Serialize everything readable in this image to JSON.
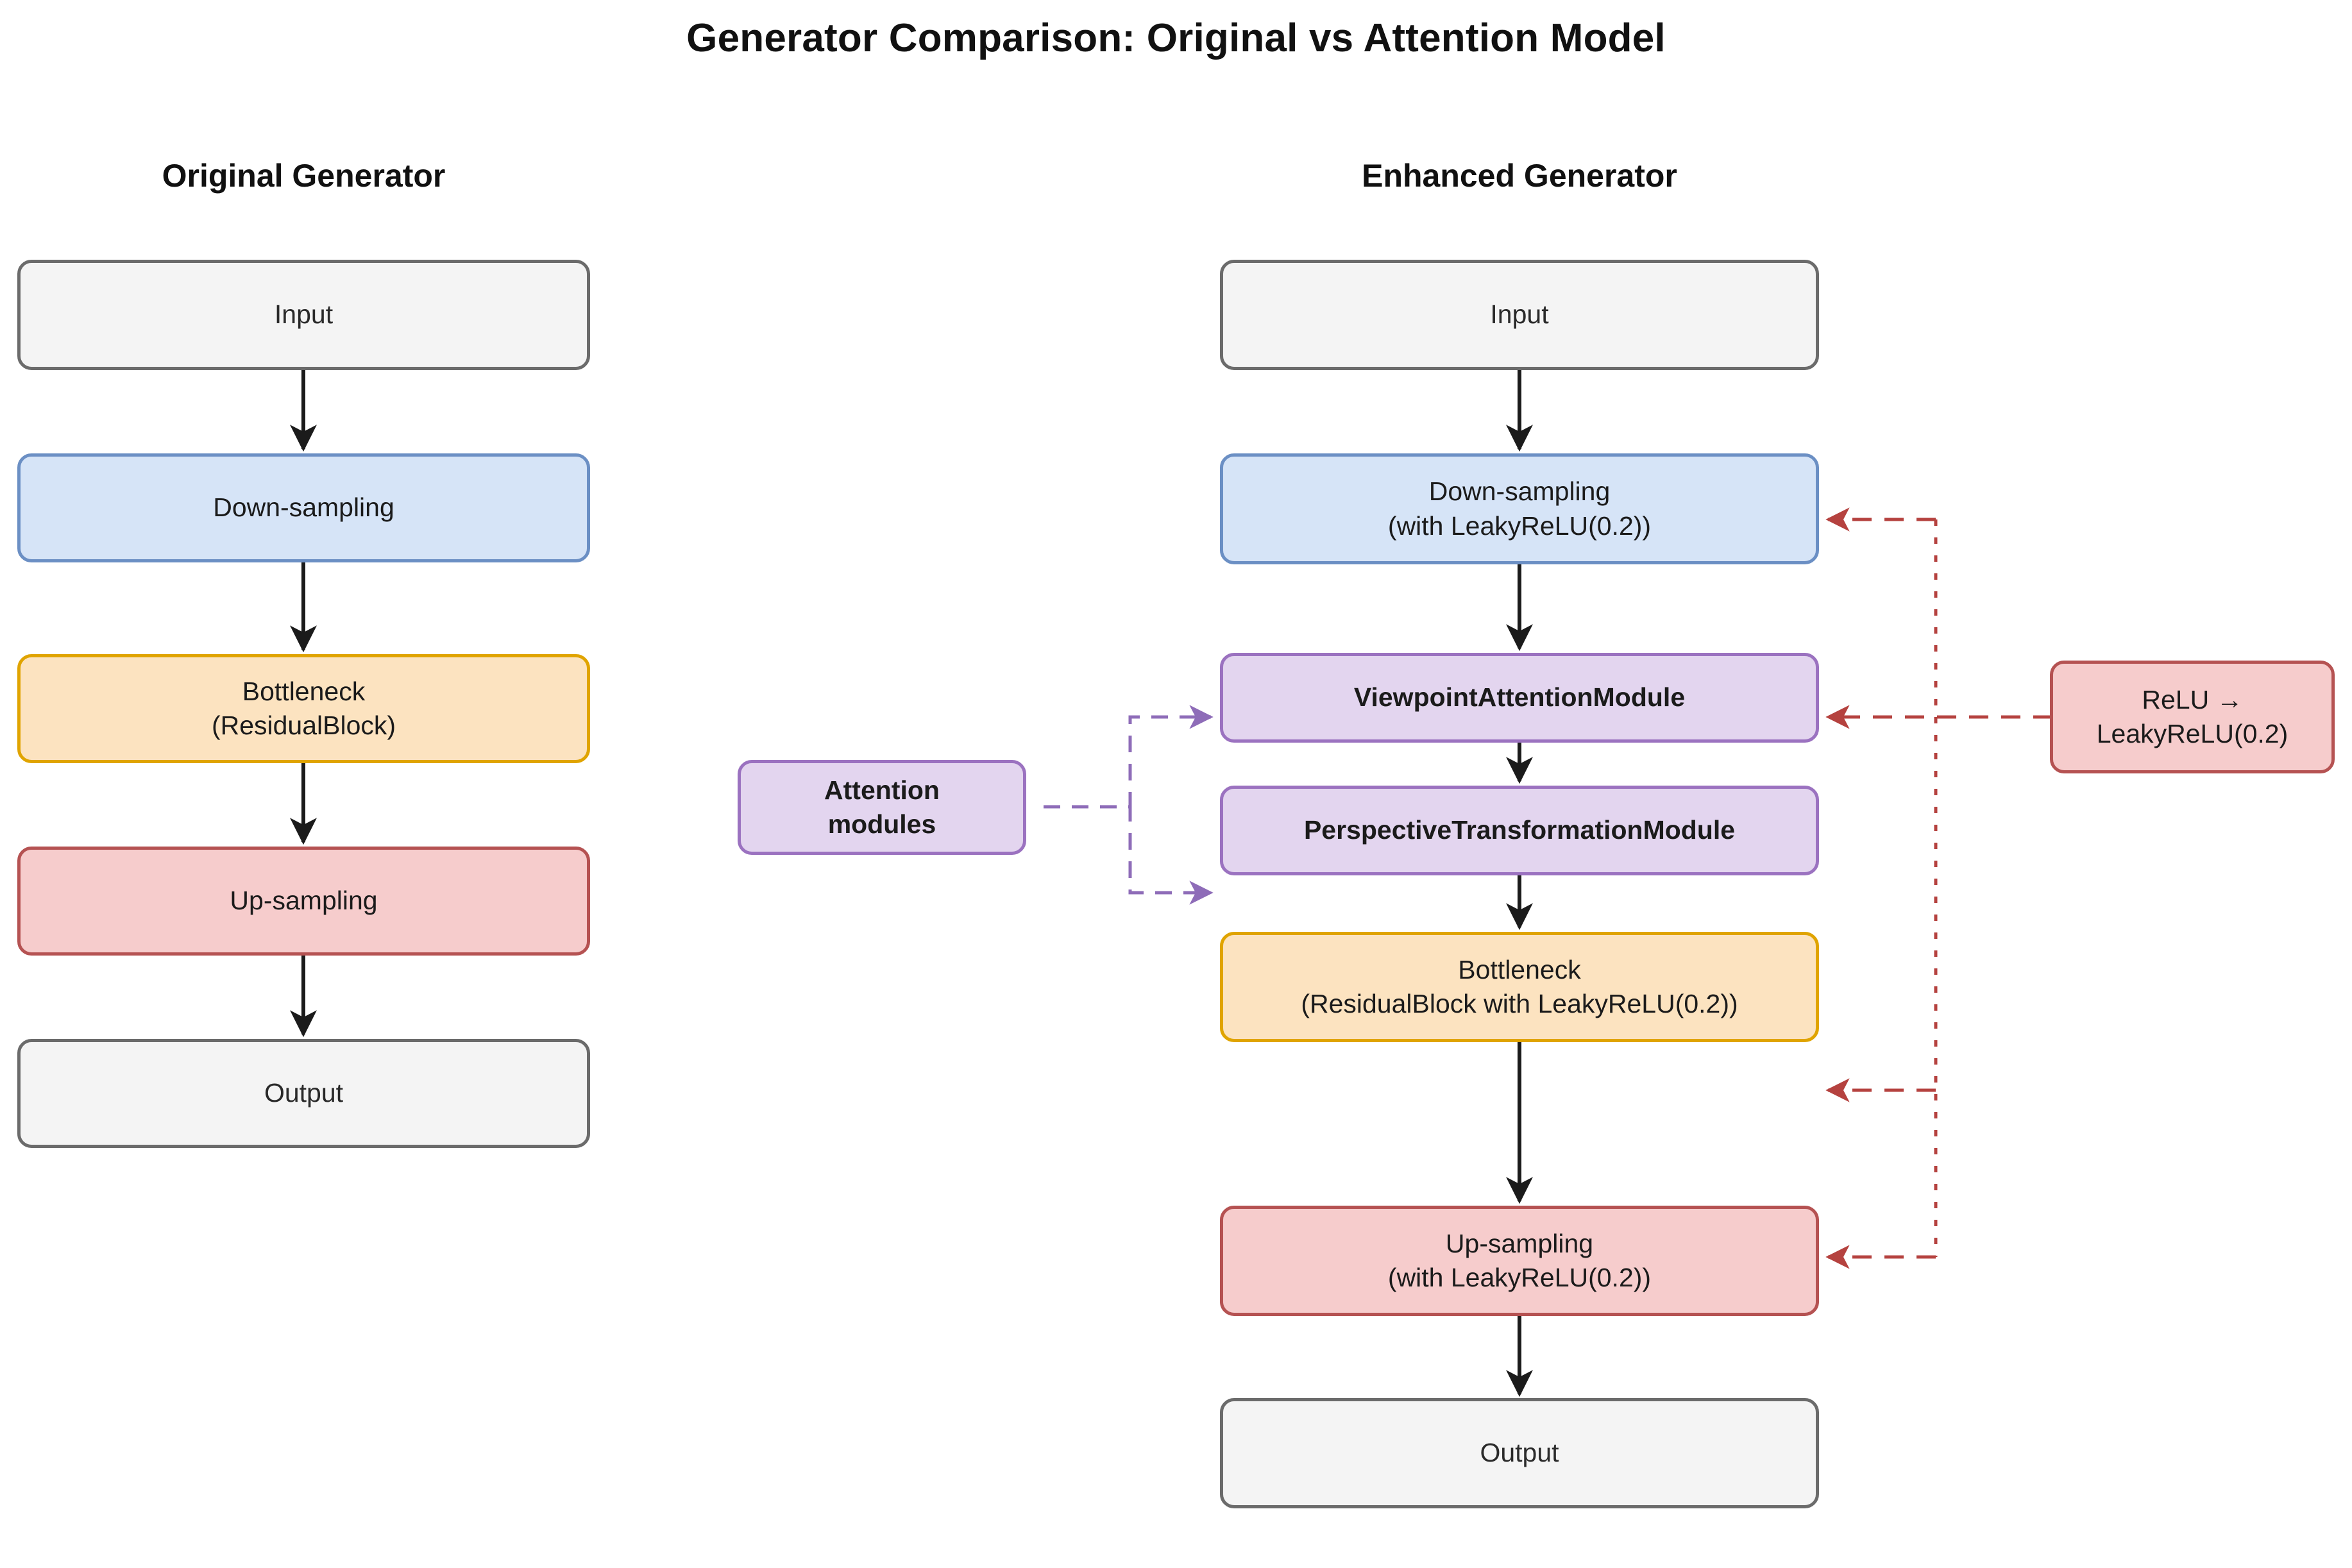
{
  "diagram": {
    "title": "Generator Comparison: Original vs Attention Model",
    "columns": {
      "left_title": "Original Generator",
      "right_title": "Enhanced Generator"
    },
    "colors": {
      "plain_fill": "#f4f4f4",
      "plain_stroke": "#6b6b6b",
      "blue_fill": "#d6e4f7",
      "blue_stroke": "#6b8fc4",
      "orange_fill": "#fce3c0",
      "orange_stroke": "#e0a400",
      "red_fill": "#f6cccc",
      "red_stroke": "#b55252",
      "purple_fill": "#e3d5ef",
      "purple_stroke": "#9b72c0",
      "arrow_black": "#1b1b1b",
      "arrow_red_dashed": "#b5423f",
      "arrow_purple_dashed": "#8e6cb8"
    },
    "original": {
      "nodes": [
        {
          "id": "o-input",
          "line1": "Input",
          "line2": "",
          "style": "plain"
        },
        {
          "id": "o-down",
          "line1": "Down-sampling",
          "line2": "",
          "style": "blue"
        },
        {
          "id": "o-bottleneck",
          "line1": "Bottleneck",
          "line2": "(ResidualBlock)",
          "style": "orange"
        },
        {
          "id": "o-up",
          "line1": "Up-sampling",
          "line2": "",
          "style": "red"
        },
        {
          "id": "o-output",
          "line1": "Output",
          "line2": "",
          "style": "plain"
        }
      ]
    },
    "enhanced": {
      "nodes": [
        {
          "id": "e-input",
          "line1": "Input",
          "line2": "",
          "style": "plain"
        },
        {
          "id": "e-down",
          "line1": "Down-sampling",
          "line2": "(with LeakyReLU(0.2))",
          "style": "blue"
        },
        {
          "id": "e-viewpoint",
          "line1": "ViewpointAttentionModule",
          "line2": "",
          "style": "purple"
        },
        {
          "id": "e-perspective",
          "line1": "PerspectiveTransformationModule",
          "line2": "",
          "style": "purple"
        },
        {
          "id": "e-bottleneck",
          "line1": "Bottleneck",
          "line2": "(ResidualBlock with LeakyReLU(0.2))",
          "style": "orange"
        },
        {
          "id": "e-up",
          "line1": "Up-sampling",
          "line2": "(with LeakyReLU(0.2))",
          "style": "red"
        },
        {
          "id": "e-output",
          "line1": "Output",
          "line2": "",
          "style": "plain"
        }
      ]
    },
    "annotations": [
      {
        "id": "a-attention",
        "line1": "Attention",
        "line2": "modules",
        "style": "purple",
        "targets": [
          "ViewpointAttentionModule",
          "PerspectiveTransformationModule"
        ]
      },
      {
        "id": "a-relu",
        "line1": "ReLU →",
        "line2": "LeakyReLU(0.2)",
        "style": "red",
        "targets": [
          "Down-sampling (with LeakyReLU(0.2))",
          "ViewpointAttentionModule",
          "Bottleneck (ResidualBlock with LeakyReLU(0.2))",
          "Up-sampling (with LeakyReLU(0.2))"
        ]
      }
    ]
  }
}
